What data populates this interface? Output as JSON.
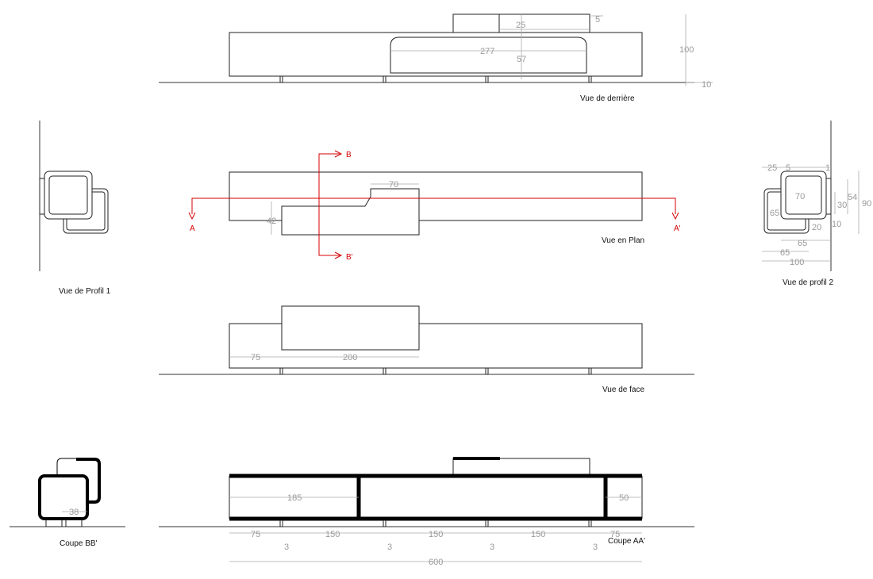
{
  "colors": {
    "outline": "#222222",
    "dimension": "#9a9a9a",
    "section_line": "#d40000",
    "section_fill": "#000000"
  },
  "views": {
    "back": {
      "title": "Vue de derrière",
      "dims": {
        "d25": "25",
        "d5": "5",
        "d277": "277",
        "d57": "57",
        "d100": "100",
        "d10": "10"
      }
    },
    "plan": {
      "title": "Vue en Plan",
      "dims": {
        "d70": "70",
        "d42": "42"
      },
      "marks": {
        "a": "A",
        "a2": "A'",
        "b": "B",
        "b2": "B'"
      }
    },
    "profile1": {
      "title": "Vue de Profil 1"
    },
    "profile2": {
      "title": "Vue de profil 2",
      "dims": {
        "d25": "25",
        "d5": "5",
        "d1": "1",
        "d70": "70",
        "d54": "54",
        "d90": "90",
        "d30": "30",
        "d65a": "65",
        "d20": "20",
        "d10": "10",
        "d65b": "65",
        "d65c": "65",
        "d100": "100"
      }
    },
    "front": {
      "title": "Vue de face",
      "dims": {
        "d75": "75",
        "d200": "200"
      }
    },
    "section_bb": {
      "title": "Coupe BB'",
      "dims": {
        "d38": "38"
      }
    },
    "section_aa": {
      "title": "Coupe AA'",
      "dims": {
        "d185": "185",
        "d50": "50",
        "d75a": "75",
        "d150a": "150",
        "d150b": "150",
        "d150c": "150",
        "d75b": "75",
        "d3a": "3",
        "d3b": "3",
        "d3c": "3",
        "d3d": "3",
        "d600": "600"
      }
    }
  }
}
